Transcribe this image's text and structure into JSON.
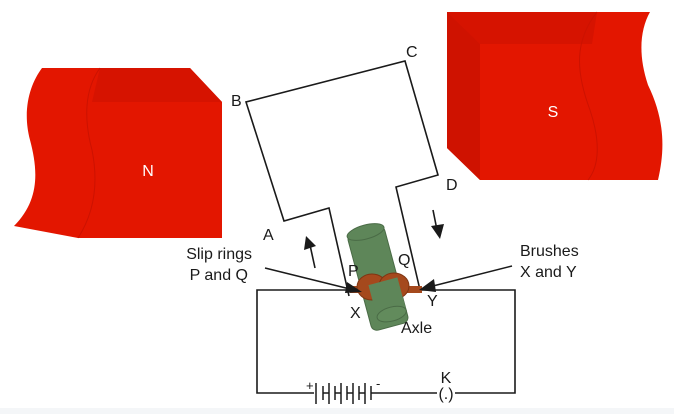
{
  "title": "AC generator diagram",
  "magnets": {
    "north": {
      "label": "N",
      "color": "#e31600"
    },
    "south": {
      "label": "S",
      "color": "#e31600"
    }
  },
  "coil": {
    "corners": [
      "A",
      "B",
      "C",
      "D"
    ]
  },
  "labels": {
    "slip_rings_line1": "Slip rings",
    "slip_rings_line2": "P and Q",
    "brushes_line1": "Brushes",
    "brushes_line2": "X and Y",
    "ring_p": "P",
    "ring_q": "Q",
    "brush_x": "X",
    "brush_y": "Y",
    "axle": "Axle",
    "switch": "K",
    "switch_symbol": "(.)",
    "battery_plus": "+",
    "battery_minus": "-"
  },
  "colors": {
    "axle": "#5e8659",
    "slip_ring": "#a5491d",
    "wire": "#1a1a1a"
  }
}
